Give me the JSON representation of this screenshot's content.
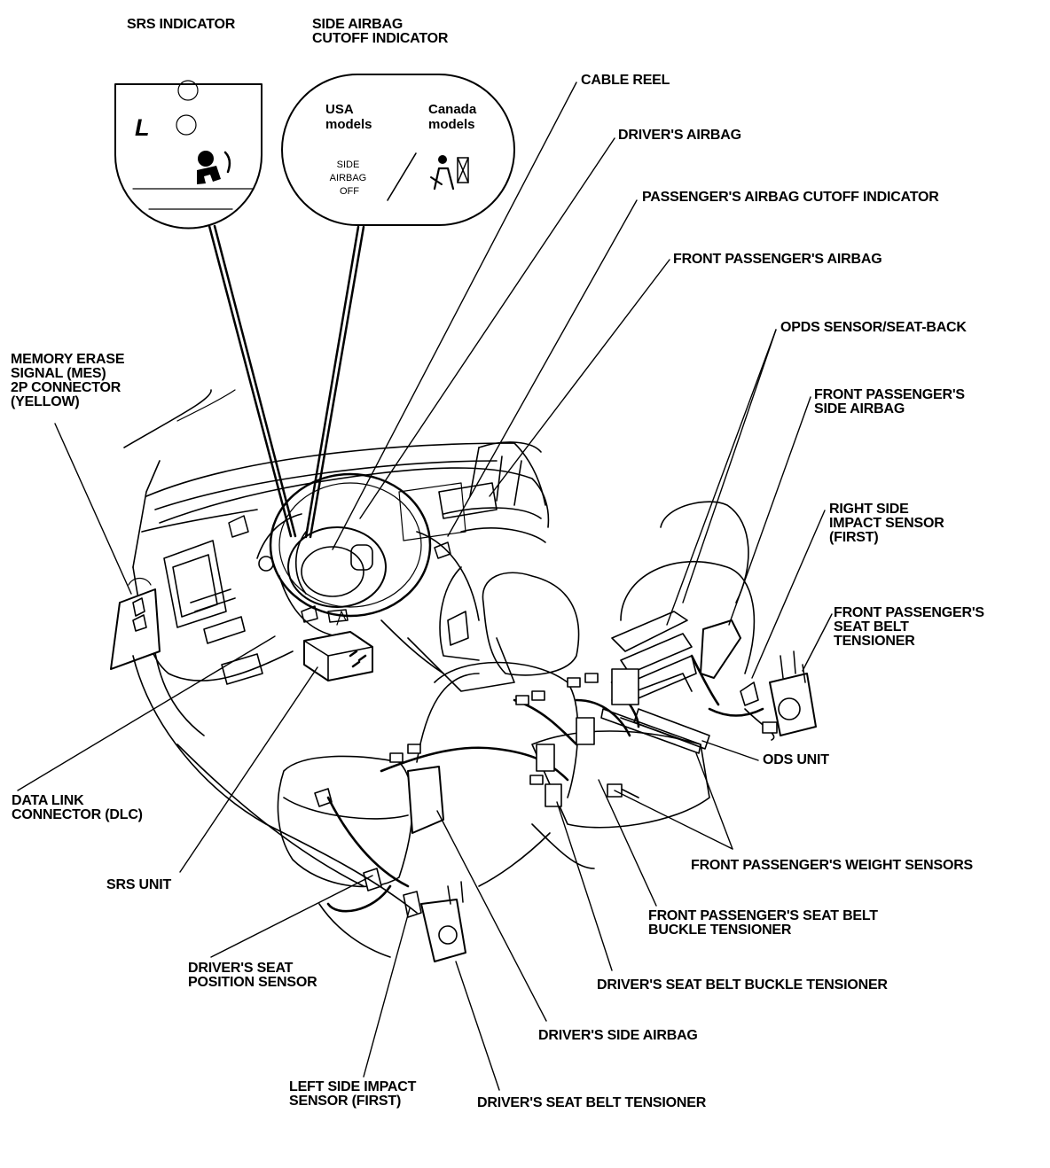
{
  "indicator_titles": {
    "srs": "SRS INDICATOR",
    "side_airbag_cutoff": "SIDE AIRBAG\nCUTOFF INDICATOR"
  },
  "indicator_panels": {
    "srs_letter": "L",
    "usa_label": "USA\nmodels",
    "canada_label": "Canada\nmodels",
    "side_airbag_off_text": "SIDE\nAIRBAG\nOFF"
  },
  "callouts": {
    "cable_reel": "CABLE REEL",
    "drivers_airbag": "DRIVER'S AIRBAG",
    "passenger_airbag_cutoff_indicator": "PASSENGER'S AIRBAG CUTOFF INDICATOR",
    "front_passenger_airbag": "FRONT PASSENGER'S AIRBAG",
    "opds_sensor": "OPDS SENSOR/SEAT-BACK",
    "front_passenger_side_airbag": "FRONT PASSENGER'S\nSIDE AIRBAG",
    "right_side_impact_sensor": "RIGHT SIDE\nIMPACT SENSOR\n(FIRST)",
    "front_passenger_seat_belt_tensioner": "FRONT PASSENGER'S\nSEAT BELT\nTENSIONER",
    "memory_erase_signal": "MEMORY ERASE\nSIGNAL (MES)\n2P CONNECTOR\n(YELLOW)",
    "data_link_connector": "DATA LINK\nCONNECTOR (DLC)",
    "srs_unit": "SRS UNIT",
    "ods_unit": "ODS UNIT",
    "front_passenger_weight_sensors": "FRONT PASSENGER'S WEIGHT SENSORS",
    "front_passenger_buckle_tensioner": "FRONT PASSENGER'S SEAT BELT\nBUCKLE TENSIONER",
    "drivers_seat_position_sensor": "DRIVER'S SEAT\nPOSITION SENSOR",
    "drivers_buckle_tensioner": "DRIVER'S SEAT BELT BUCKLE TENSIONER",
    "drivers_side_airbag": "DRIVER'S SIDE AIRBAG",
    "left_side_impact_sensor": "LEFT SIDE IMPACT\nSENSOR (FIRST)",
    "drivers_seat_belt_tensioner": "DRIVER'S SEAT BELT TENSIONER"
  },
  "colors": {
    "ink": "#000000",
    "paper": "#ffffff"
  }
}
